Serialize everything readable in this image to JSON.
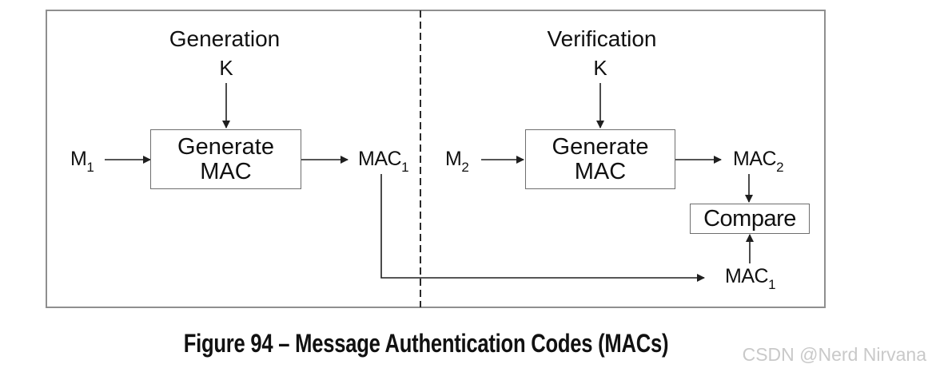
{
  "colors": {
    "line": "#1f1f1f",
    "box-border": "#6e6e6e",
    "outer-border": "#8f8f8f",
    "divider": "#2a2a2a",
    "text": "#111111",
    "watermark": "#c9c9c9"
  },
  "diagram": {
    "generation": {
      "title": "Generation",
      "key": "K",
      "message": {
        "base": "M",
        "sub": "1"
      },
      "box": {
        "line1": "Generate",
        "line2": "MAC"
      },
      "output": {
        "base": "MAC",
        "sub": "1"
      }
    },
    "verification": {
      "title": "Verification",
      "key": "K",
      "message": {
        "base": "M",
        "sub": "2"
      },
      "box": {
        "line1": "Generate",
        "line2": "MAC"
      },
      "output": {
        "base": "MAC",
        "sub": "2"
      },
      "compare_label": "Compare",
      "received_mac": {
        "base": "MAC",
        "sub": "1"
      }
    }
  },
  "caption": "Figure 94 – Message Authentication Codes (MACs)",
  "watermark": "CSDN @Nerd Nirvana"
}
